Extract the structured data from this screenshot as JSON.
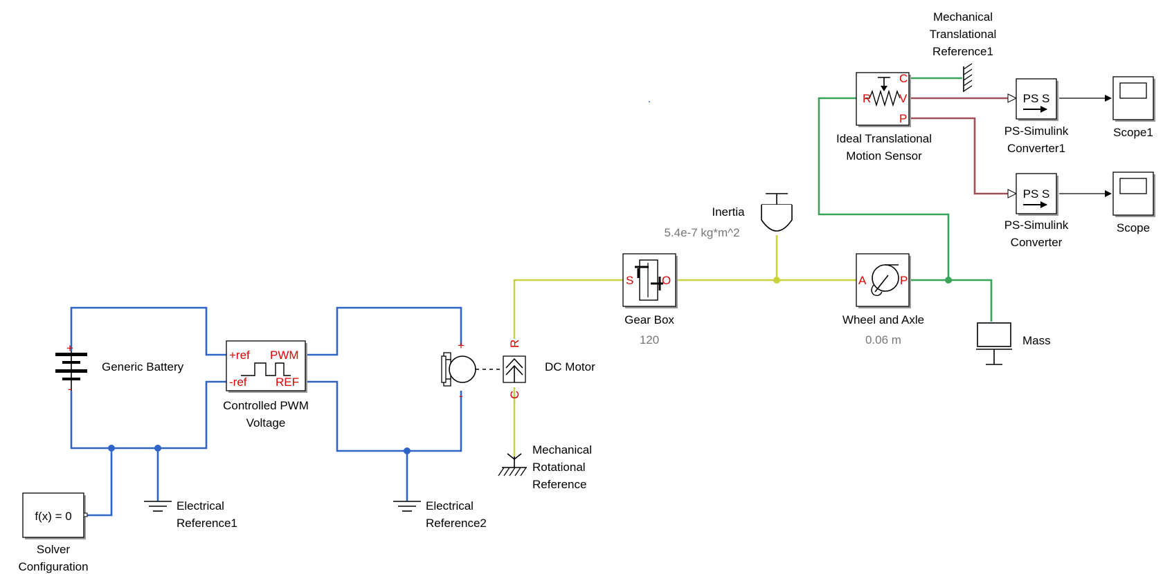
{
  "colors": {
    "electrical_wire": "#2e64c8",
    "rotational_wire": "#c8d23c",
    "translational_wire": "#3aa35a",
    "physical_signal_wire": "#a0505a",
    "port_label": "#e00000",
    "parameter_text": "#777777"
  },
  "blocks": {
    "battery": {
      "name": "Generic Battery",
      "plus": "+",
      "minus": "-"
    },
    "pwm": {
      "name_line1": "Controlled PWM",
      "name_line2": "Voltage",
      "port_pref": "+ref",
      "port_nref": "-ref",
      "port_pwm": "PWM",
      "port_ref": "REF"
    },
    "dc_motor": {
      "name": "DC Motor",
      "plus": "+",
      "minus": "-",
      "port_r": "R",
      "port_c": "C"
    },
    "mech_rot_ref": {
      "line1": "Mechanical",
      "line2": "Rotational",
      "line3": "Reference"
    },
    "elec_ref1": {
      "line1": "Electrical",
      "line2": "Reference1"
    },
    "elec_ref2": {
      "line1": "Electrical",
      "line2": "Reference2"
    },
    "solver": {
      "text": "f(x) = 0",
      "line1": "Solver",
      "line2": "Configuration"
    },
    "gear_box": {
      "name": "Gear Box",
      "param": "120",
      "port_s": "S",
      "port_o": "O"
    },
    "inertia": {
      "name": "Inertia",
      "param": "5.4e-7 kg*m^2"
    },
    "wheel_axle": {
      "name": "Wheel and Axle",
      "param": "0.06 m",
      "port_a": "A",
      "port_p": "P"
    },
    "mass": {
      "name": "Mass"
    },
    "sensor": {
      "line1": "Ideal Translational",
      "line2": "Motion Sensor",
      "port_r": "R",
      "port_c": "C",
      "port_v": "V",
      "port_p": "P"
    },
    "mech_trans_ref": {
      "line1": "Mechanical",
      "line2": "Translational",
      "line3": "Reference1"
    },
    "ps_conv1": {
      "text": "PS S",
      "line1": "PS-Simulink",
      "line2": "Converter1"
    },
    "ps_conv": {
      "text": "PS S",
      "line1": "PS-Simulink",
      "line2": "Converter"
    },
    "scope1": {
      "name": "Scope1"
    },
    "scope": {
      "name": "Scope"
    }
  }
}
